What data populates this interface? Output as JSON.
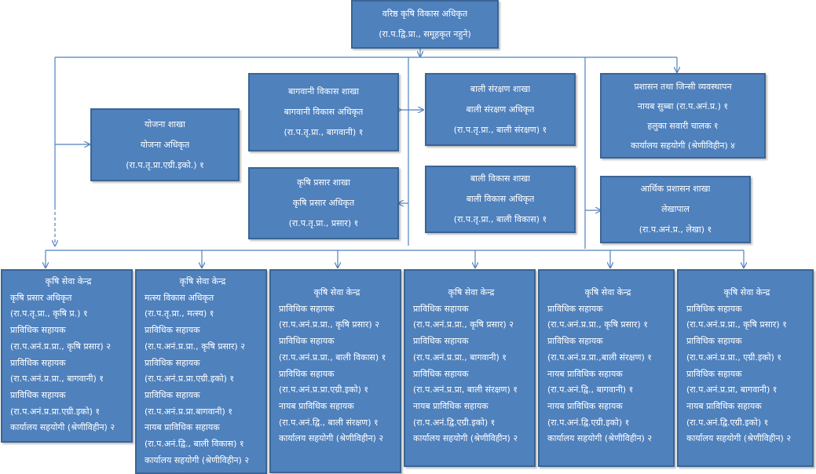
{
  "top": {
    "title": "वरिष्ठ कृषि विकास अधिकृत",
    "subtitle": "(रा.प.द्वि.प्रा., समूहकृत नहुने)"
  },
  "sections": {
    "yojana": [
      "योजना शाखा",
      "योजना अधिकृत",
      "(रा.प.तृ.प्रा.एग्री.इको.) १"
    ],
    "bagwani": [
      "बागवानी विकास शाखा",
      "बागवानी विकास अधिकृत",
      "(रा.प.तृ.प्रा., बागवानी) १"
    ],
    "krishi_prasar": [
      "कृषि प्रसार शाखा",
      "कृषि प्रसार अधिकृत",
      "(रा.प.तृ.प्रा., प्रसार) १"
    ],
    "bali_sanrakshan": [
      "बाली संरक्षण शाखा",
      "बाली संरक्षण अधिकृत",
      "(रा.प.तृ.प्रा., बाली संरक्षण) १"
    ],
    "bali_vikas": [
      "बाली विकास शाखा",
      "बाली विकास अधिकृत",
      "(रा.प.तृ.प्रा., बाली विकास) १"
    ],
    "prashasan": [
      "प्रशासन तथा जिन्सी व्यवस्थापन",
      "नायब सुब्बा (रा.प.अनं.प्र.) १",
      "हलुका सवारी चालक १",
      "कार्यालय सहयोगी (श्रेणीविहीन) ४"
    ],
    "arthik": [
      "आर्थिक प्रशासन शाखा",
      "लेखापाल",
      "(रा.प.अनं.प्र., लेखा) १"
    ]
  },
  "service_centers": [
    {
      "title": "कृषि सेवा केन्द्र",
      "lines": [
        "कृषि प्रसार अधिकृत",
        "(रा.प.तृ.प्रा., कृषि प्र.) १",
        "प्राविधिक सहायक",
        "(रा.प.अनं.प्र.प्रा., कृषि प्रसार) २",
        "प्राविधिक सहायक",
        "(रा.प.अनं.प्र.प्रा., बागवानी) १",
        "प्राविधिक सहायक",
        "(रा.प.अनं.प्र.प्रा.एग्री.इको) १",
        "कार्यालय सहयोगी (श्रेणीविहीन) २"
      ]
    },
    {
      "title": "कृषि सेवा केन्द्र",
      "lines": [
        "मत्स्य विकास अधिकृत",
        "(रा.प.तृ.प्रा., मत्स्य) १",
        "प्राविधिक सहायक",
        "(रा.प.अनं.प्र.प्रा., कृषि प्रसार) २",
        "प्राविधिक सहायक",
        "(रा.प.अनं.प्र.प्रा.एग्री.इको) १",
        "प्राविधिक सहायक",
        "(रा.प.अनं.प्र.प्रा.बागवानी) १",
        "नायब प्राविधिक सहायक",
        "(रा.प.अनं.द्वि., बाली विकास) १",
        "कार्यालय सहयोगी (श्रेणीविहीन) २"
      ]
    },
    {
      "title": "कृषि सेवा केन्द्र",
      "lines": [
        "प्राविधिक सहायक",
        "(रा.प.अनं.प्र.प्रा., कृषि प्रसार) २",
        "प्राविधिक सहायक",
        "(रा.प.अनं.प्र.प्रा., बाली विकास) १",
        "प्राविधिक सहायक",
        "(रा.प.अनं.प्र.प्रा.एग्री.इको) १",
        "नायब प्राविधिक सहायक",
        "(रा.प.अनं.द्वि., बाली संरक्षण) १",
        "कार्यालय सहयोगी (श्रेणीविहीन) २"
      ]
    },
    {
      "title": "कृषि सेवा केन्द्र",
      "lines": [
        "प्राविधिक सहायक",
        "(रा.प.अनं.प्र.प्रा., कृषि प्रसार) २",
        "प्राविधिक सहायक",
        "(रा.प.अनं.प्र.प्रा., बागवानी) १",
        "प्राविधिक सहायक",
        "(रा.प.अनं.प्र.प्रा, बाली संरक्षण) १",
        "नायब प्राविधिक सहायक",
        "(रा.प.अनं.द्वि.एग्री.इको) १",
        "कार्यालय सहयोगी (श्रेणीविहीन) २"
      ]
    },
    {
      "title": "कृषि सेवा केन्द्र",
      "lines": [
        "प्राविधिक सहायक",
        "(रा.प.अनं.प्र.प्रा., कृषि प्रसार) १",
        "प्राविधिक सहायक",
        "(रा.प.अनं.प्र.प्रा.,बाली संरक्षण) १",
        "नायब प्राविधिक सहायक",
        "(रा.प.अनं.द्वि., बागवानी) १",
        "नायब प्राविधिक सहायक",
        "(रा.प.अनं.द्वि.एग्री.इको) १",
        "कार्यालय सहयोगी (श्रेणीविहीन) २"
      ]
    },
    {
      "title": "कृषि सेवा केन्द्र",
      "lines": [
        "प्राविधिक सहायक",
        "(रा.प.अनं.प्र.प्रा., कृषि प्रसार) १",
        "प्राविधिक सहायक",
        "(रा.प.अनं.प्र.प्रा., एग्री.इको) १",
        "प्राविधिक सहायक",
        "(रा.प.अनं.प्र.प्रा, बागवानी) १",
        "नायब प्राविधिक सहायक",
        "(रा.प.अनं.द्वि.एग्री.इको) १",
        "कार्यालय सहयोगी (श्रेणीविहीन) २"
      ]
    }
  ],
  "colors": {
    "box_fill": "#4f81bd",
    "box_border": "#3b6593",
    "connector": "#4f81bd",
    "text": "#ffffff"
  }
}
